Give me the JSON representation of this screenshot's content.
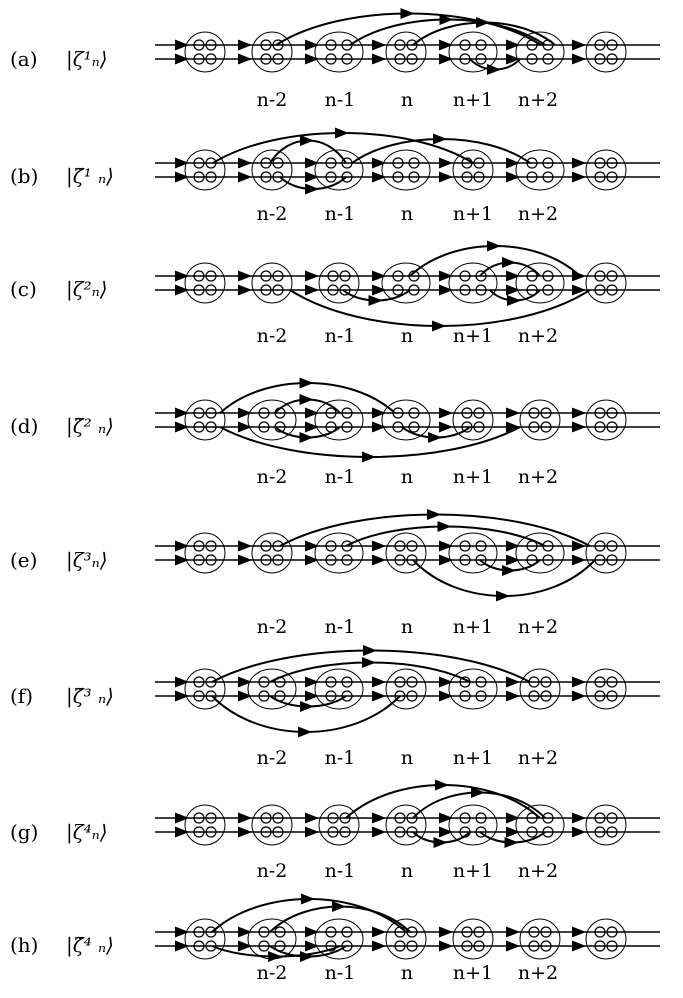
{
  "site_labels": [
    "n-2",
    "n-1",
    "n",
    "n+1",
    "n+2"
  ],
  "rows": [
    {
      "id": "a",
      "tag": "(a)",
      "state": "|ζ¹ₙ⟩",
      "tilde": false,
      "kind": "forward-shift"
    },
    {
      "id": "b",
      "tag": "(b)",
      "state": "|ζ̃¹ ₙ⟩",
      "tilde": true,
      "kind": "backward-shift"
    },
    {
      "id": "c",
      "tag": "(c)",
      "state": "|ζ²ₙ⟩",
      "tilde": false,
      "kind": "swap-forward"
    },
    {
      "id": "d",
      "tag": "(d)",
      "state": "|ζ̃² ₙ⟩",
      "tilde": true,
      "kind": "swap-backward"
    },
    {
      "id": "e",
      "tag": "(e)",
      "state": "|ζ³ₙ⟩",
      "tilde": false,
      "kind": "cross-forward"
    },
    {
      "id": "f",
      "tag": "(f)",
      "state": "|ζ̃³ ₙ⟩",
      "tilde": true,
      "kind": "cross-backward"
    },
    {
      "id": "g",
      "tag": "(g)",
      "state": "|ζ⁴ₙ⟩",
      "tilde": false,
      "kind": "double-forward"
    },
    {
      "id": "h",
      "tag": "(h)",
      "state": "|ζ̃⁴ ₙ⟩",
      "tilde": true,
      "kind": "double-backward"
    }
  ]
}
